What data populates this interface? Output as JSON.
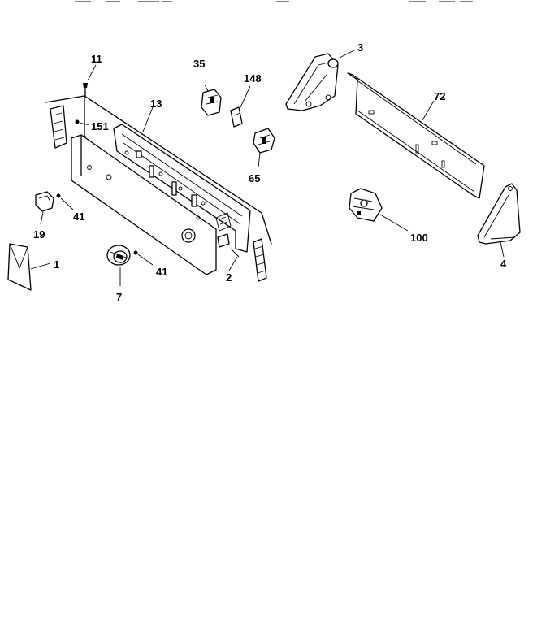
{
  "diagram": {
    "callouts": [
      {
        "id": "c1",
        "text": "1"
      },
      {
        "id": "c2",
        "text": "2"
      },
      {
        "id": "c3",
        "text": "3"
      },
      {
        "id": "c4",
        "text": "4"
      },
      {
        "id": "c7",
        "text": "7"
      },
      {
        "id": "c11",
        "text": "11"
      },
      {
        "id": "c13",
        "text": "13"
      },
      {
        "id": "c19",
        "text": "19"
      },
      {
        "id": "c35",
        "text": "35"
      },
      {
        "id": "c41a",
        "text": "41"
      },
      {
        "id": "c41b",
        "text": "41"
      },
      {
        "id": "c65",
        "text": "65"
      },
      {
        "id": "c72",
        "text": "72"
      },
      {
        "id": "c100",
        "text": "100"
      },
      {
        "id": "c148",
        "text": "148"
      },
      {
        "id": "c151",
        "text": "151"
      }
    ]
  }
}
